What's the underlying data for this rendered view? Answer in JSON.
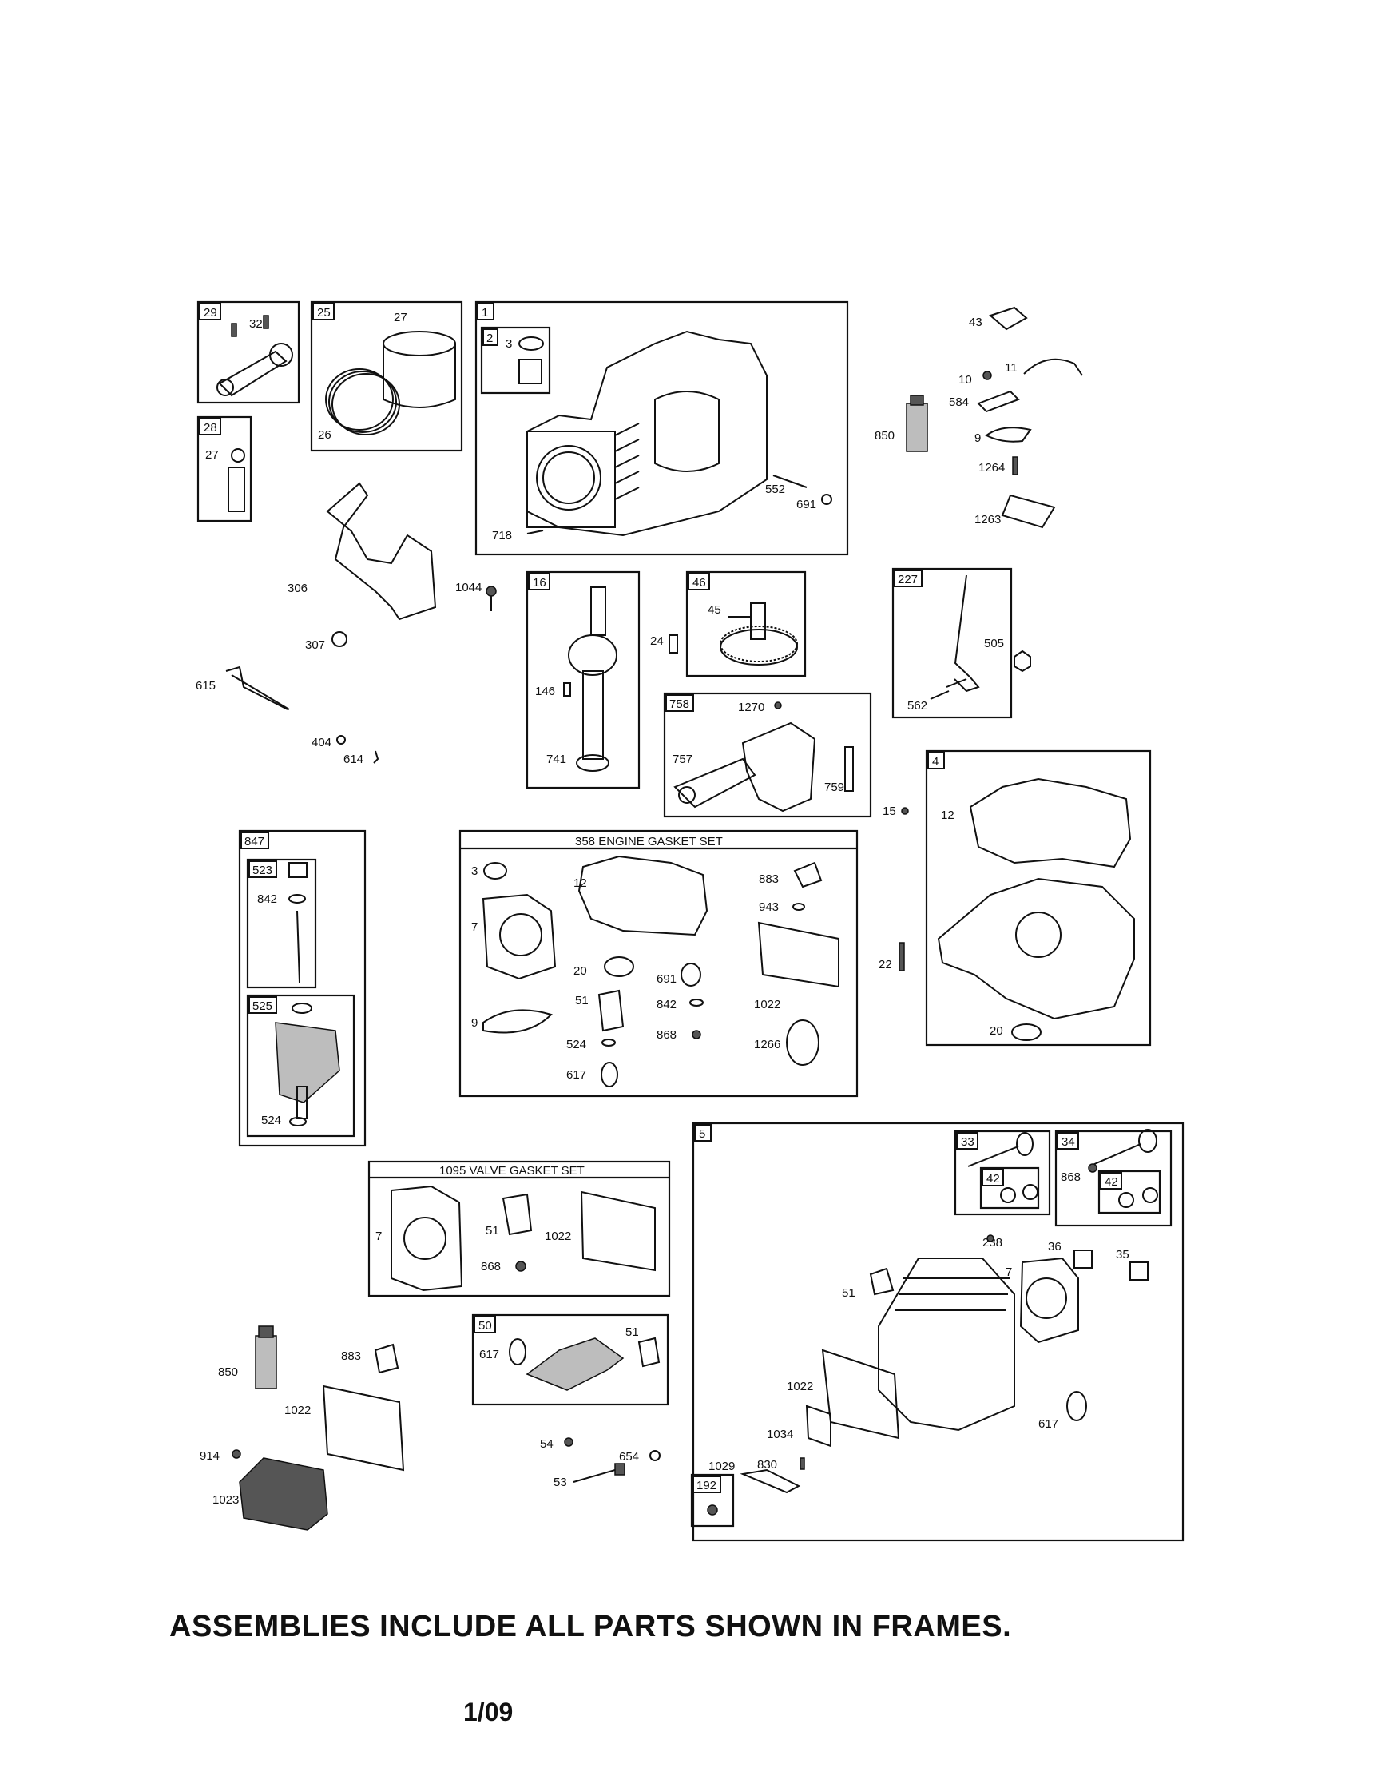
{
  "frames": {
    "f29": {
      "tag": "29",
      "labels": {
        "a": "32"
      }
    },
    "f25": {
      "tag": "25",
      "labels": {
        "a": "27",
        "b": "26"
      }
    },
    "f28": {
      "tag": "28",
      "labels": {
        "a": "27"
      }
    },
    "f1": {
      "tag": "1",
      "labels": {
        "a": "552",
        "b": "691",
        "c": "718"
      }
    },
    "f2": {
      "tag": "2",
      "labels": {
        "a": "3"
      }
    },
    "f16": {
      "tag": "16",
      "labels": {
        "a": "146",
        "b": "741"
      }
    },
    "f46": {
      "tag": "46",
      "labels": {
        "a": "45"
      }
    },
    "f227": {
      "tag": "227",
      "labels": {
        "a": "505",
        "b": "562"
      }
    },
    "f758": {
      "tag": "758",
      "labels": {
        "a": "1270",
        "b": "757",
        "c": "759"
      }
    },
    "f4": {
      "tag": "4",
      "labels": {
        "a": "12",
        "b": "20"
      }
    },
    "f847": {
      "tag": "847"
    },
    "f523": {
      "tag": "523",
      "labels": {
        "a": "842"
      }
    },
    "f525": {
      "tag": "525",
      "labels": {
        "a": "524"
      }
    },
    "f358": {
      "title": "358 ENGINE GASKET SET",
      "labels": {
        "a": "3",
        "b": "12",
        "c": "883",
        "d": "943",
        "e": "7",
        "f": "20",
        "g": "691",
        "h": "51",
        "i": "842",
        "j": "1022",
        "k": "9",
        "l": "868",
        "m": "524",
        "n": "1266",
        "o": "617"
      }
    },
    "f1095": {
      "title": "1095 VALVE GASKET SET",
      "labels": {
        "a": "7",
        "b": "51",
        "c": "1022",
        "d": "868"
      }
    },
    "f5": {
      "tag": "5",
      "labels": {
        "a": "238",
        "b": "36",
        "c": "35",
        "d": "7",
        "e": "51",
        "f": "1022",
        "g": "617",
        "h": "1034",
        "i": "1029",
        "j": "830"
      }
    },
    "f33": {
      "tag": "33"
    },
    "f34": {
      "tag": "34",
      "labels": {
        "a": "868"
      }
    },
    "f42a": {
      "tag": "42"
    },
    "f42b": {
      "tag": "42"
    },
    "f50": {
      "tag": "50",
      "labels": {
        "a": "617",
        "b": "51"
      }
    },
    "f192": {
      "tag": "192"
    }
  },
  "loose_labels": {
    "l43": "43",
    "l10": "10",
    "l11": "11",
    "l584": "584",
    "l850a": "850",
    "l9": "9",
    "l1264": "1264",
    "l1263": "1263",
    "l306": "306",
    "l307": "307",
    "l1044": "1044",
    "l24": "24",
    "l615": "615",
    "l404": "404",
    "l614": "614",
    "l15": "15",
    "l22": "22",
    "l850b": "850",
    "l883": "883",
    "l1022": "1022",
    "l914": "914",
    "l1023": "1023",
    "l54": "54",
    "l654": "654",
    "l53": "53"
  },
  "footer": "ASSEMBLIES INCLUDE ALL PARTS SHOWN IN FRAMES.",
  "date_code": "1/09"
}
